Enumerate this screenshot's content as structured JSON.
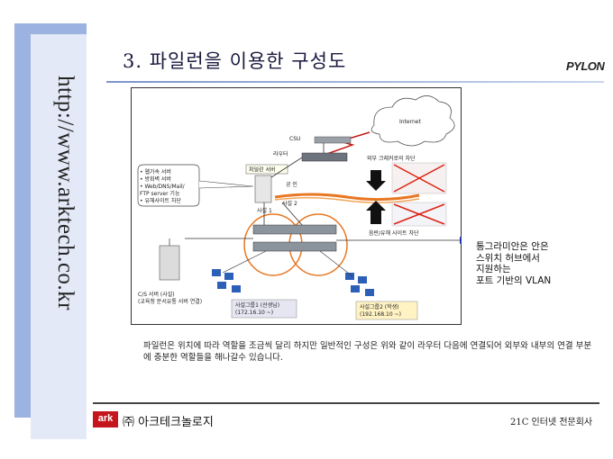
{
  "slide": {
    "title": "3. 파일런을 이용한 구성도",
    "vertical_url": "http://www.arktech.co.kr",
    "logo_text": "PYLON",
    "caption": "파일런은 위치에 따라 역할을 조금씩 달리 하지만 일반적인 구성은 위와 같이 라우터 다음에 연결되어 외부와 내부의 연결 부분에 충분한 역할들을 해나갈수 있습니다.",
    "vlan_note": [
      "통그라미안은 안은",
      "스위치 허브에서",
      "지원하는",
      "포트 기반의 VLAN"
    ]
  },
  "diagram": {
    "internet": "Internet",
    "csu": "CSU",
    "router": "라우터",
    "pylon_server": "파일런 서버",
    "public": "공 인",
    "private1": "사설 1",
    "private2": "사설 2",
    "external_block": "외부 크래커로의 차단",
    "harmful_block": "음란/유해 사이트 차단",
    "features": [
      "• 웹가속 서버",
      "• 방화벽 서버",
      "• Web/DNS/Mail/",
      "  FTP server 기능",
      "• 유해사이트 차단"
    ],
    "cs_server": [
      "C/S 서버 (사설)",
      "(교육청 문서유통 서버 연결)"
    ],
    "group1": [
      "사설그룹1 (선생님)",
      "(172.16.10 ~)"
    ],
    "group2": [
      "사설그룹2 (학생)",
      "(192.168.10 ~)"
    ]
  },
  "footer": {
    "ark_logo": "ark",
    "company": "㈜ 아크테크놀로지",
    "tagline": "21C 인터넷 전문회사"
  },
  "colors": {
    "band_back": "#9cb2e0",
    "band_front": "#e3e9f6",
    "accent_orange": "#e87722",
    "logo_red": "#c4161c"
  }
}
